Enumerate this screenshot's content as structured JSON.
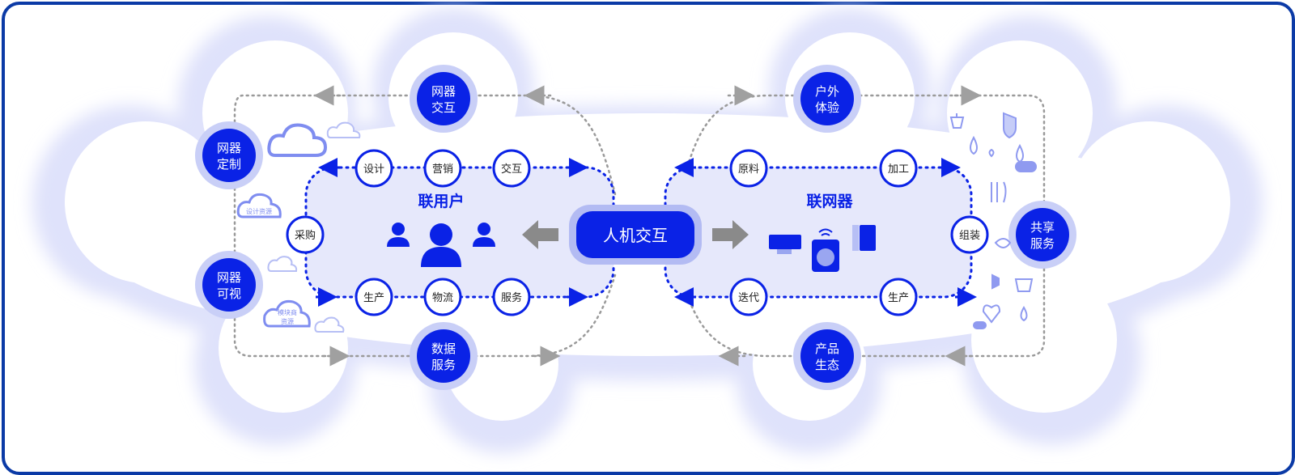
{
  "center": {
    "label": "人机交互"
  },
  "left_panel": {
    "title": "联用户"
  },
  "right_panel": {
    "title": "联网器"
  },
  "big_nodes": [
    {
      "id": "interact",
      "lines": [
        "网器",
        "交互"
      ]
    },
    {
      "id": "custom",
      "lines": [
        "网器",
        "定制"
      ]
    },
    {
      "id": "visual",
      "lines": [
        "网器",
        "可视"
      ]
    },
    {
      "id": "data",
      "lines": [
        "数据",
        "服务"
      ]
    },
    {
      "id": "outdoor",
      "lines": [
        "户外",
        "体验"
      ]
    },
    {
      "id": "share",
      "lines": [
        "共享",
        "服务"
      ]
    },
    {
      "id": "eco",
      "lines": [
        "产品",
        "生态"
      ]
    }
  ],
  "small_nodes": [
    "设计",
    "营销",
    "交互",
    "采购",
    "生产",
    "物流",
    "服务",
    "原料",
    "加工",
    "组装",
    "迭代",
    "生产"
  ],
  "cloud_labels": {
    "design": "设计资源",
    "module_1": "模块商",
    "module_2": "资源"
  },
  "colors": {
    "primary": "#0a22e6",
    "ring": "#9aa6f0",
    "panel": "#e6e8fb",
    "border": "#0b3aa6",
    "arrow": "#8a8a8a"
  }
}
